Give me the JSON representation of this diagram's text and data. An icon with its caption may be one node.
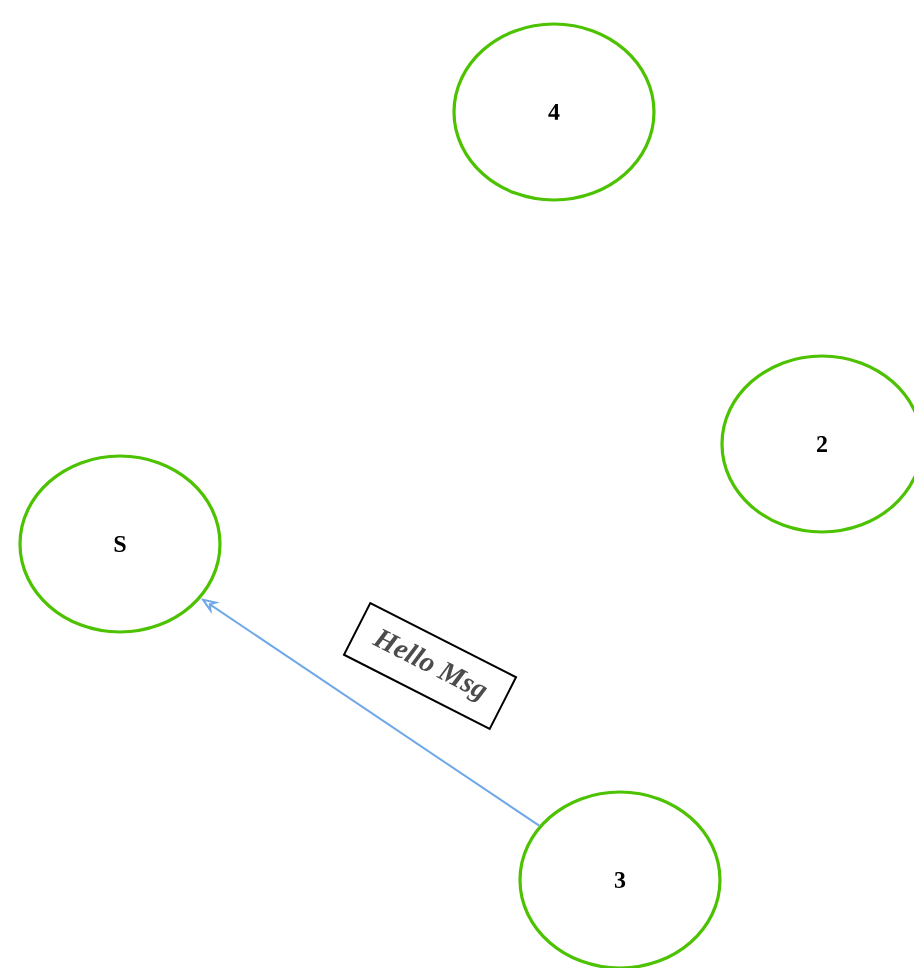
{
  "diagram": {
    "nodes": [
      {
        "text": [
          "4"
        ]
      },
      {
        "text": [
          "2"
        ]
      },
      {
        "text": [
          "S"
        ]
      },
      {
        "text": [
          "3"
        ]
      }
    ],
    "edges": [
      {
        "from": 3,
        "to": 2,
        "arrow": "to",
        "label": "Hello Msg"
      }
    ]
  }
}
